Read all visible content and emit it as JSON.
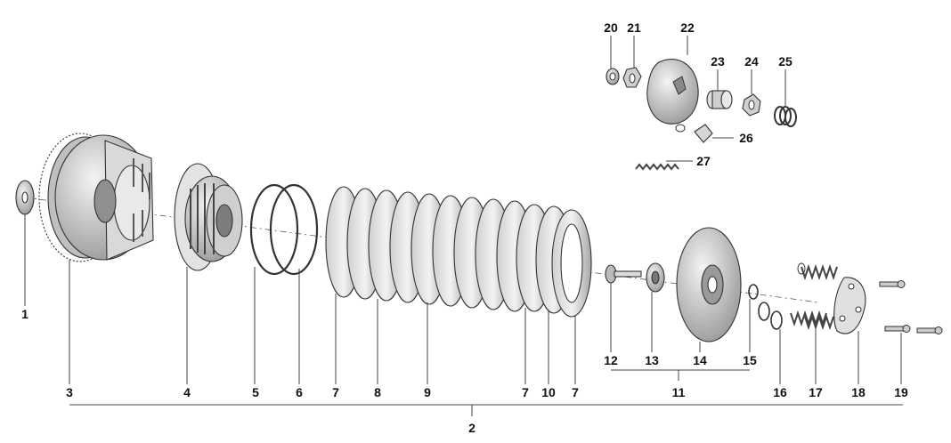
{
  "callouts": {
    "n1": "1",
    "n2": "2",
    "n3": "3",
    "n4": "4",
    "n5": "5",
    "n6": "6",
    "n7a": "7",
    "n7b": "7",
    "n7c": "7",
    "n8": "8",
    "n9": "9",
    "n10": "10",
    "n11": "11",
    "n12": "12",
    "n13": "13",
    "n14": "14",
    "n15": "15",
    "n16": "16",
    "n17": "17",
    "n18": "18",
    "n19": "19",
    "n20": "20",
    "n21": "21",
    "n22": "22",
    "n23": "23",
    "n24": "24",
    "n25": "25",
    "n26": "26",
    "n27": "27"
  },
  "colors": {
    "line": "#444444",
    "part_light": "#e6e6e6",
    "part_mid": "#bdbdbd",
    "part_dark": "#8a8a8a"
  }
}
